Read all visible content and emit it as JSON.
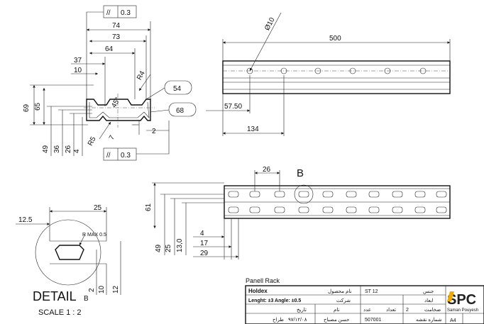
{
  "top_left_view": {
    "tolerance_top": {
      "symbol": "//",
      "value": "0.3"
    },
    "tolerance_bottom": {
      "symbol": "//",
      "value": "0.3"
    },
    "dims_top": [
      "74",
      "73",
      "64",
      "37",
      "10"
    ],
    "radius_r4": "R4",
    "angle_45": "45°",
    "dims_left": [
      "69",
      "65"
    ],
    "dims_bottom": [
      "49",
      "36",
      "26",
      "4"
    ],
    "radius_r5": "R5",
    "dim_7": "7",
    "dim_2": "2",
    "callout_54": "54",
    "callout_68": "68"
  },
  "top_right_view": {
    "dia_label": "Ø10",
    "length_label": "500",
    "dim_5750": "57.50",
    "dim_134": "134"
  },
  "middle_view": {
    "dim_26": "26",
    "detail_marker": "B",
    "dims_left": [
      "61",
      "49",
      "25",
      "13,0"
    ],
    "dims_bottom": [
      "4",
      "17",
      "29"
    ]
  },
  "detail_view": {
    "dim_125": "12.5",
    "dim_25": "25",
    "radius_note": "R MAX 0.5",
    "dims_bottom": [
      "2",
      "10",
      "12"
    ],
    "title": "DETAIL",
    "title_sub": "B",
    "scale": "SCALE 1 : 2"
  },
  "title_block": {
    "drawing_title": "Panell Rack",
    "company": "Holdex",
    "tolerance": "Lenght: ±3 Angle: ±0.5",
    "product_name_label": "نام محصول",
    "material_label": "جنس",
    "material_value": "ST 12",
    "customer_label": "شرکت",
    "dimensions_label": "ابعاد",
    "name_label": "نام",
    "thickness_label": "ضخامت",
    "thickness_value": "2",
    "count_label": "تعداد",
    "qty_label": "عدد",
    "date_label": "تاریخ",
    "designer_label": "طراح",
    "designer_name": "حسن مصباح",
    "date_value": "۹۷/۱۲/۰۸",
    "drawing_no_label": "شماره نقشه",
    "drawing_no": "507001",
    "sheet_size": "A4",
    "logo_text": "SPC",
    "company_full": "Saman Pouyesh"
  }
}
